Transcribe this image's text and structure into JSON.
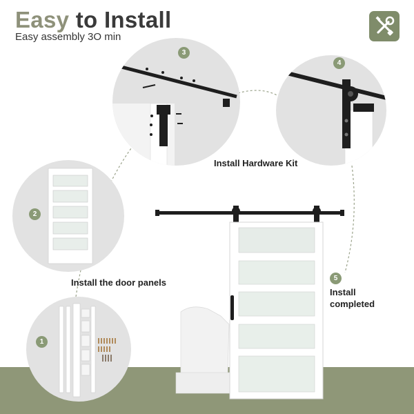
{
  "header": {
    "title_word1": "Easy",
    "title_word2": "to Install",
    "subtitle": "Easy assembly 3O min"
  },
  "badge_icon": "wrench-screwdriver-icon",
  "steps": [
    {
      "number": "1"
    },
    {
      "number": "2"
    },
    {
      "number": "3"
    },
    {
      "number": "4"
    },
    {
      "number": "5"
    }
  ],
  "labels": {
    "hardware": "Install Hardware Kit",
    "panels": "Install the door panels",
    "completed_line1": "Install",
    "completed_line2": "completed"
  },
  "colors": {
    "accent_olive": "#8e917a",
    "badge_green": "#7f8c6a",
    "step_badge": "#8a9a76",
    "floor": "#8f9778",
    "hardware_black": "#1e1e1e"
  }
}
